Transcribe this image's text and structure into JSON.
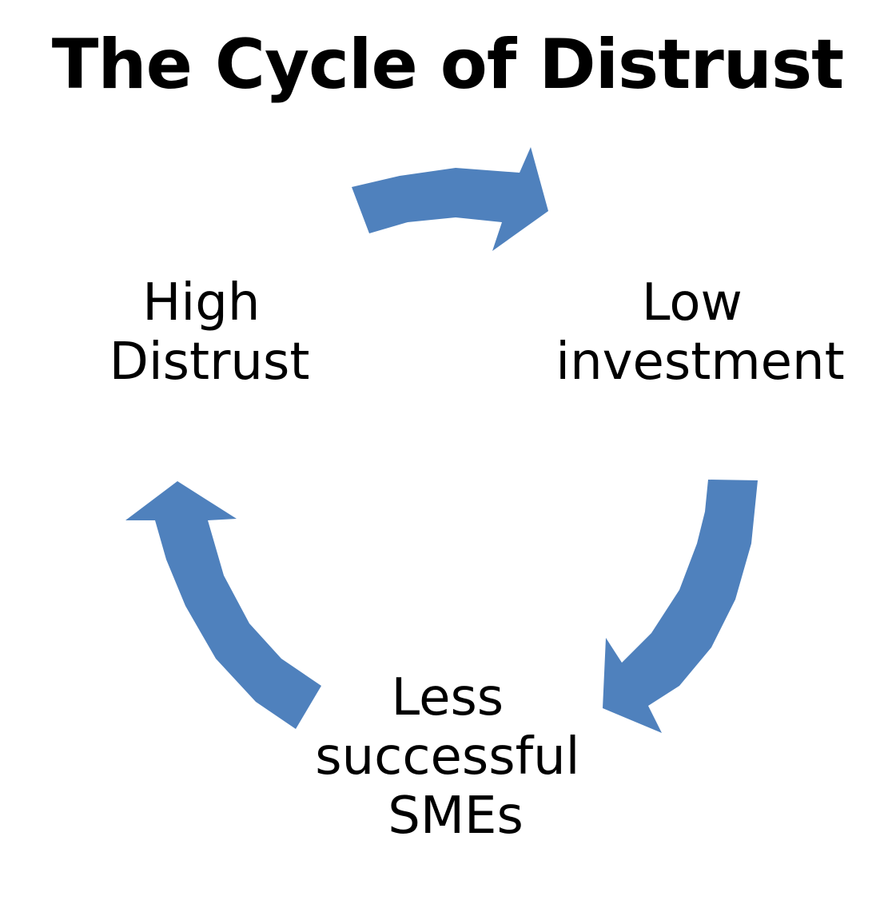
{
  "title": "The Cycle of Distrust",
  "arrow_color": "#4F81BD",
  "nodes": {
    "high_distrust": [
      "High",
      "Distrust"
    ],
    "low_investment": [
      "Low",
      "investment"
    ],
    "less_successful": [
      "Less",
      "successful",
      "SMEs"
    ]
  }
}
